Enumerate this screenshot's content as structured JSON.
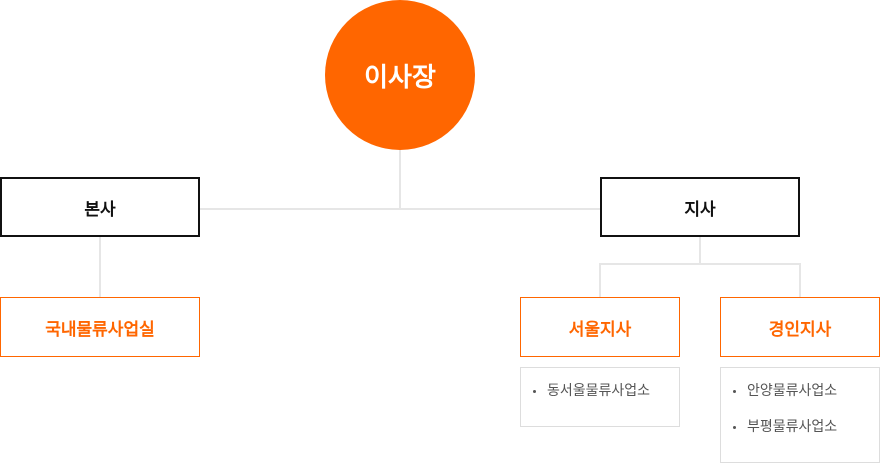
{
  "chairman": "이사장",
  "headquarters": {
    "label": "본사",
    "children": [
      "국내물류사업실"
    ]
  },
  "branch": {
    "label": "지사",
    "children": [
      {
        "label": "서울지사",
        "offices": [
          "동서울물류사업소"
        ]
      },
      {
        "label": "경인지사",
        "offices": [
          "안양물류사업소",
          "부평물류사업소"
        ]
      }
    ]
  },
  "colors": {
    "accent": "#ff6600",
    "line": "#e6e6e6"
  }
}
